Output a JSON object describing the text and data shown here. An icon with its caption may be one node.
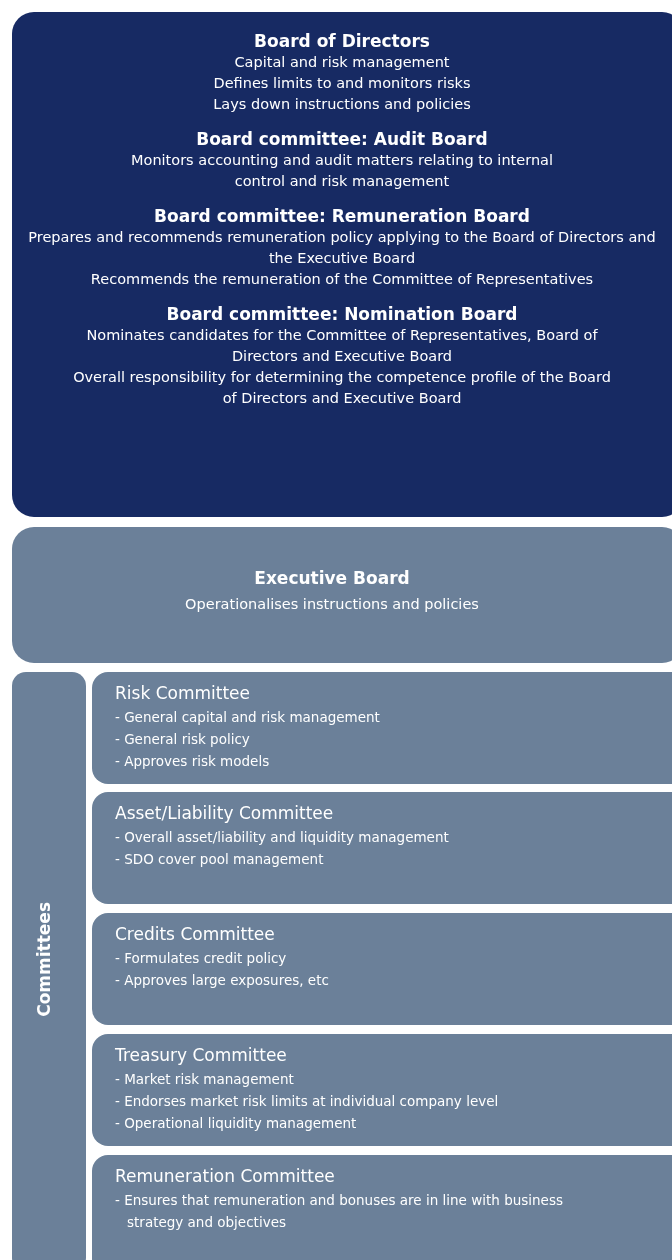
{
  "diagram": {
    "nodes": [
      {
        "text": [
          "Board of Directors",
          "Capital and risk management",
          "Defines limits to and monitors risks",
          "Lays down instructions and policies",
          "Board committee: Audit Board",
          "Monitors accounting and audit matters relating to internal control and risk management",
          "Board committee: Remuneration Board",
          "Prepares and recommends remuneration policy applying to the Board of Directors and the Executive Board",
          "Recommends the remuneration of the Committee of Representatives",
          "Board committee: Nomination Board",
          "Nominates candidates for the Committee of Representatives, Board of Directors and Executive Board",
          "Overall responsibility for determining the competence profile of the Board of Directors and Executive Board"
        ]
      },
      {
        "text": [
          "Executive Board",
          "Operationalises instructions and policies"
        ]
      },
      {
        "text": [
          "Committees"
        ]
      },
      {
        "text": [
          "Risk Committee",
          "- General capital and risk management",
          "- General risk policy",
          "- Approves risk models"
        ]
      },
      {
        "text": [
          "Asset/Liability Committee",
          "- Overall asset/liability and liquidity management",
          "- SDO cover pool management"
        ]
      },
      {
        "text": [
          "Credits Committee",
          "- Formulates credit policy",
          "- Approves large exposures, etc"
        ]
      },
      {
        "text": [
          "Treasury Committee",
          "- Market risk management",
          "- Endorses market risk limits at individual company level",
          "- Operational liquidity management"
        ]
      },
      {
        "text": [
          "Remuneration Committee",
          "- Ensures that remuneration and bonuses are in line with business strategy and objectives"
        ]
      }
    ],
    "edges": []
  }
}
